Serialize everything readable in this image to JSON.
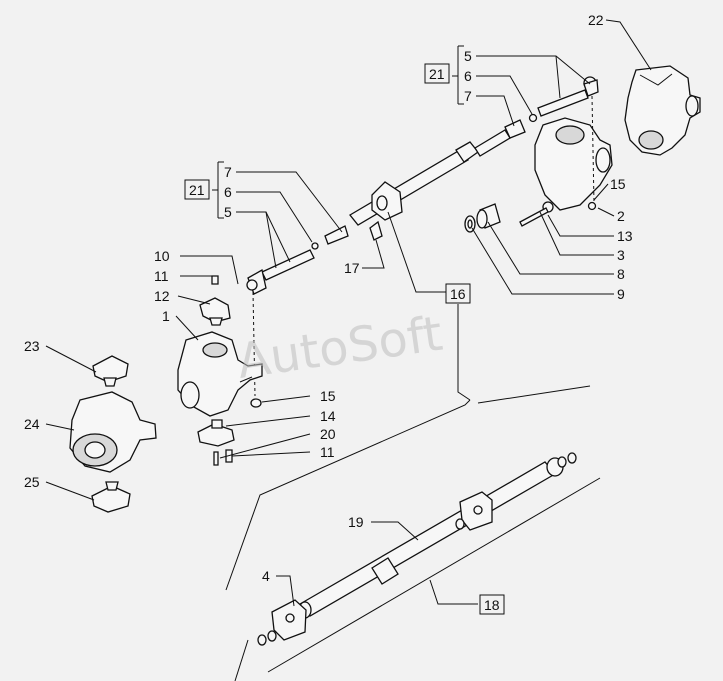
{
  "watermark": "AutoSoft",
  "callouts": {
    "n22": "22",
    "n5a": "5",
    "n6a": "6",
    "n7a": "7",
    "n21a": "21",
    "n15a": "15",
    "n2": "2",
    "n13": "13",
    "n3": "3",
    "n8": "8",
    "n9": "9",
    "n7b": "7",
    "n6b": "6",
    "n5b": "5",
    "n21b": "21",
    "n10": "10",
    "n11a": "11",
    "n12": "12",
    "n1": "1",
    "n17": "17",
    "n16": "16",
    "n23": "23",
    "n24": "24",
    "n25": "25",
    "n15b": "15",
    "n14": "14",
    "n20": "20",
    "n11b": "11",
    "n19": "19",
    "n4": "4",
    "n18": "18"
  }
}
